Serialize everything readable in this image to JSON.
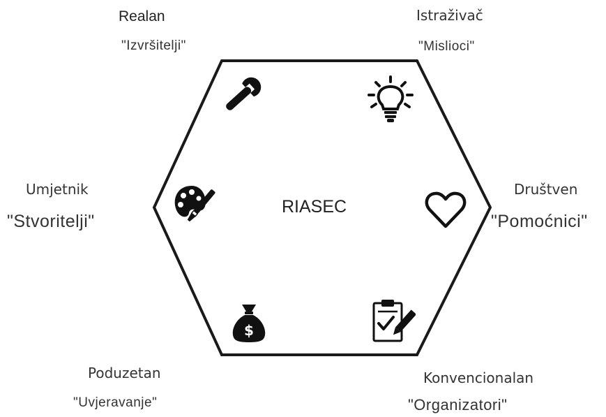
{
  "center_label": "RIASEC",
  "types": {
    "realistic": {
      "name": "Realan",
      "nickname": "\"Izvršitelji\"",
      "icon": "wrench-icon"
    },
    "investigative": {
      "name": "Istraživač",
      "nickname": "\"Mislioci\"",
      "icon": "lightbulb-icon"
    },
    "artistic": {
      "name": "Umjetnik",
      "nickname": "\"Stvoritelji\"",
      "icon": "palette-icon"
    },
    "social": {
      "name": "Društven",
      "nickname": "\"Pomoćnici\"",
      "icon": "heart-icon"
    },
    "enterprising": {
      "name": "Poduzetan",
      "nickname": "\"Uvjeravanje\"",
      "icon": "money-bag-icon"
    },
    "conventional": {
      "name": "Konvencionalan",
      "nickname": "\"Organizatori\"",
      "icon": "clipboard-icon"
    }
  },
  "colors": {
    "stroke": "#1a1a1a",
    "text": "#333333"
  }
}
